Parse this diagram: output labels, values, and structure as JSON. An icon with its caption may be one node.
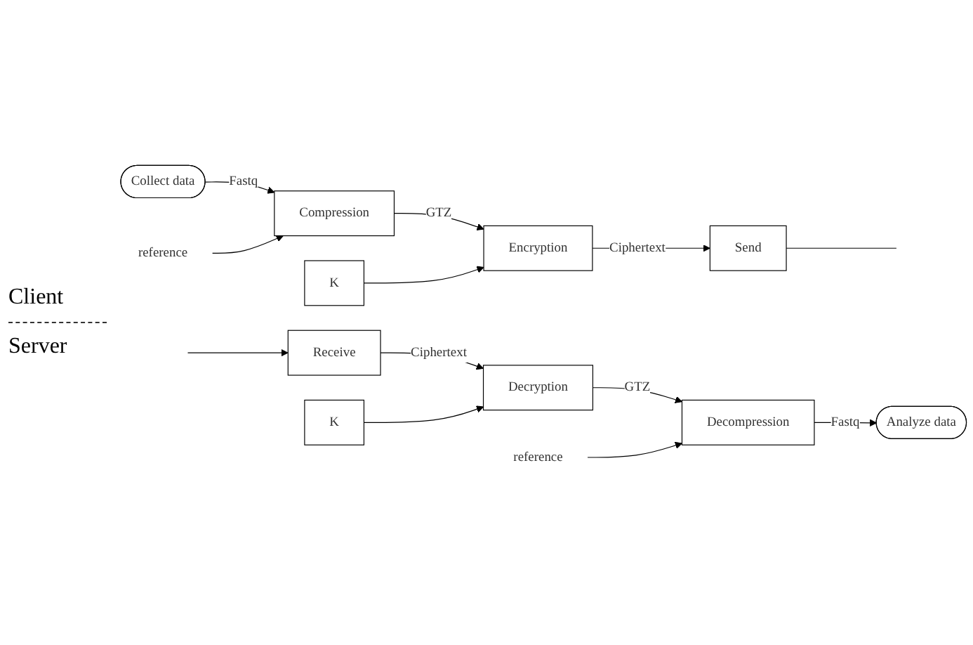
{
  "diagram": {
    "nodes": [
      {
        "text": [
          "Collect data"
        ]
      },
      {
        "text": [
          "reference"
        ]
      },
      {
        "text": [
          "Compression"
        ]
      },
      {
        "text": [
          "K"
        ]
      },
      {
        "text": [
          "Encryption"
        ]
      },
      {
        "text": [
          "Send"
        ]
      },
      {
        "text": [
          "Receive"
        ]
      },
      {
        "text": [
          "Decryption"
        ]
      },
      {
        "text": [
          "K"
        ]
      },
      {
        "text": [
          "Decompression"
        ]
      },
      {
        "text": [
          "reference"
        ]
      },
      {
        "text": [
          "Analyze data"
        ]
      }
    ],
    "edges": [
      {
        "from": 0,
        "to": 2,
        "arrow": "to",
        "label": "Fastq"
      },
      {
        "from": 1,
        "to": 2,
        "arrow": "to"
      },
      {
        "from": 2,
        "to": 4,
        "arrow": "to",
        "label": "GTZ"
      },
      {
        "from": 3,
        "to": 4,
        "arrow": "to"
      },
      {
        "from": 4,
        "to": 5,
        "arrow": "to",
        "label": "Ciphertext"
      },
      {
        "from": 5,
        "to": null,
        "arrow": "none"
      },
      {
        "from": null,
        "to": 6,
        "arrow": "to"
      },
      {
        "from": 6,
        "to": 7,
        "arrow": "to",
        "label": "Ciphertext"
      },
      {
        "from": 8,
        "to": 7,
        "arrow": "to"
      },
      {
        "from": 7,
        "to": 9,
        "arrow": "to",
        "label": "GTZ"
      },
      {
        "from": 10,
        "to": 9,
        "arrow": "to"
      },
      {
        "from": 9,
        "to": 11,
        "arrow": "to",
        "label": "Fastq"
      }
    ],
    "labels": [
      "Client",
      "Server"
    ]
  }
}
